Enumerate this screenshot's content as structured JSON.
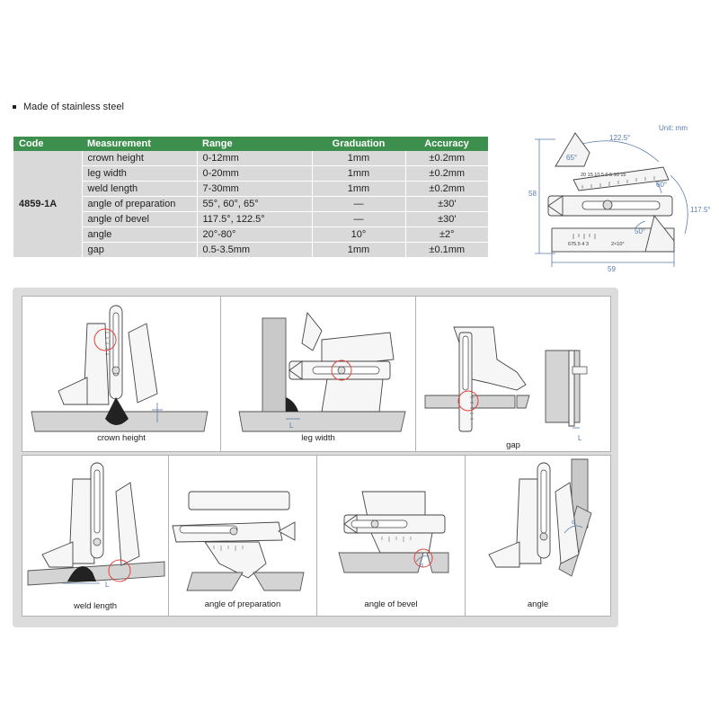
{
  "intro": {
    "text": "Made of stainless steel"
  },
  "unit_label": "Unit: mm",
  "table": {
    "headers": [
      "Code",
      "Measurement",
      "Range",
      "Graduation",
      "Accuracy"
    ],
    "code": "4859-1A",
    "rows": [
      {
        "measurement": "crown height",
        "range": "0-12mm",
        "graduation": "1mm",
        "accuracy": "±0.2mm"
      },
      {
        "measurement": "leg width",
        "range": "0-20mm",
        "graduation": "1mm",
        "accuracy": "±0.2mm"
      },
      {
        "measurement": "weld length",
        "range": "7-30mm",
        "graduation": "1mm",
        "accuracy": "±0.2mm"
      },
      {
        "measurement": "angle of preparation",
        "range": "55°, 60°, 65°",
        "graduation": "—",
        "accuracy": "±30'"
      },
      {
        "measurement": "angle of bevel",
        "range": "117.5°, 122.5°",
        "graduation": "—",
        "accuracy": "±30'"
      },
      {
        "measurement": "angle",
        "range": "20°-80°",
        "graduation": "10°",
        "accuracy": "±2°"
      },
      {
        "measurement": "gap",
        "range": "0.5-3.5mm",
        "graduation": "1mm",
        "accuracy": "±0.1mm"
      }
    ]
  },
  "drawing": {
    "dim_height": "58",
    "dim_width": "59",
    "angle_122": "122.5°",
    "angle_65": "65°",
    "angle_60": "60°",
    "angle_117": "117.5°",
    "angle_50": "50°",
    "scale_top": "20 15 10 5 0 5 10 15",
    "scale_bottom": "675.5 4 3",
    "scale_bottom_right": "2×10°"
  },
  "diagrams": [
    {
      "caption": "crown height"
    },
    {
      "caption": "leg width"
    },
    {
      "caption": "gap"
    },
    {
      "caption": "weld length"
    },
    {
      "caption": "angle of preparation"
    },
    {
      "caption": "angle of bevel"
    },
    {
      "caption": "angle"
    }
  ],
  "labels": {
    "L": "L",
    "alpha": "α"
  },
  "colors": {
    "header_green": "#3d8f4d",
    "row_gray": "#d9d9d9",
    "highlight_red": "#e0463c",
    "dimension_blue": "#5a7ba8"
  }
}
